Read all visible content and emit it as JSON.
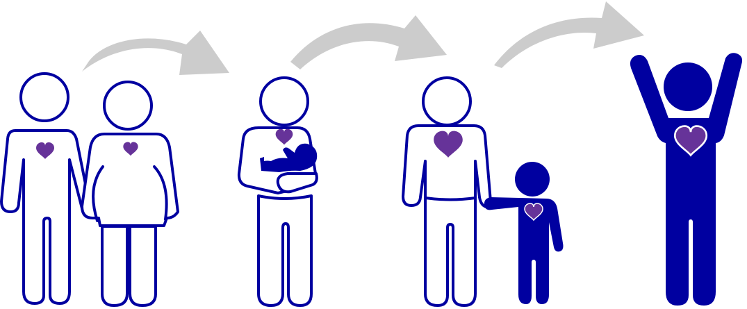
{
  "diagram": {
    "type": "life-stage-sequence",
    "colors": {
      "figure": "#0000a0",
      "heart": "#663399",
      "arrow": "#cccccc",
      "background": "#ffffff"
    },
    "stages": [
      {
        "id": "couple",
        "label": "Couple (man and pregnant woman)",
        "style": "outline",
        "hearts": 2
      },
      {
        "id": "parent-with-baby",
        "label": "Parent holding baby",
        "style": "outline",
        "hearts": 1
      },
      {
        "id": "parent-with-child",
        "label": "Parent holding child's hand",
        "style": "outline + solid child",
        "hearts": 2
      },
      {
        "id": "adult-celebrating",
        "label": "Grown person with raised arms",
        "style": "solid",
        "hearts": 1
      }
    ],
    "arrows": [
      {
        "from": "couple",
        "to": "parent-with-baby",
        "icon": "curved-arrow-right-icon"
      },
      {
        "from": "parent-with-baby",
        "to": "parent-with-child",
        "icon": "curved-arrow-right-icon"
      },
      {
        "from": "parent-with-child",
        "to": "adult-celebrating",
        "icon": "curved-arrow-right-icon"
      }
    ]
  }
}
